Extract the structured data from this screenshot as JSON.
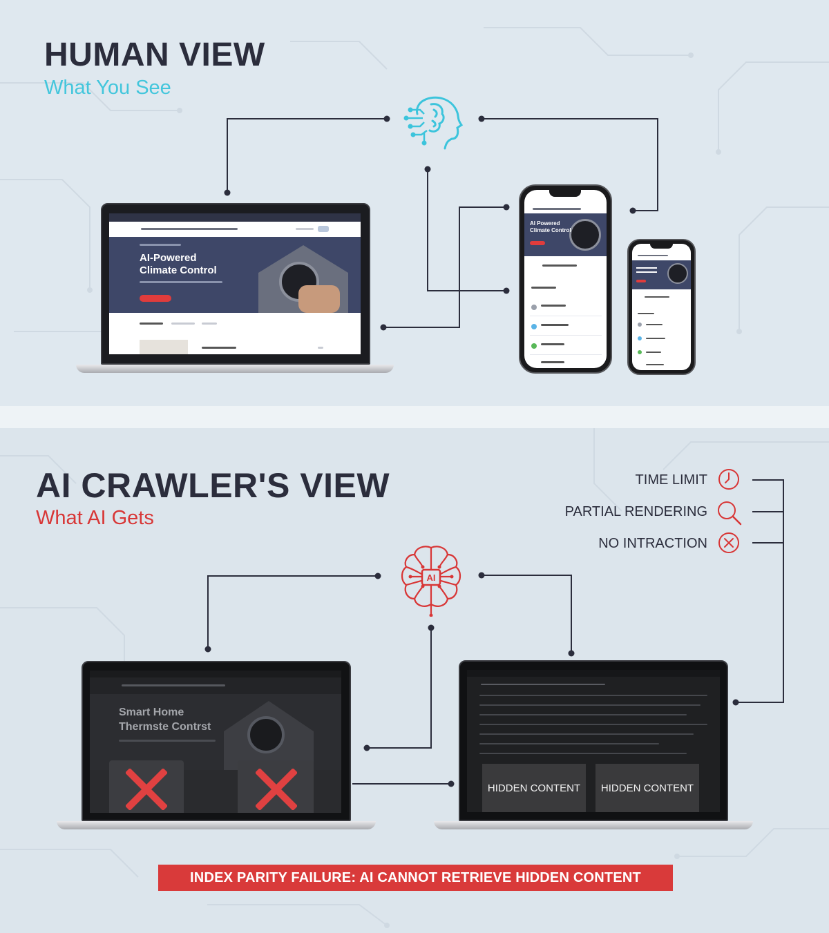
{
  "human_view": {
    "title": "HUMAN VIEW",
    "subtitle": "What You See",
    "subtitle_color": "#43c6dc",
    "site_headline_line1": "AI-Powered",
    "site_headline_line2": "Climate Control",
    "phone_headline_line1": "AI Powered",
    "phone_headline_line2": "Climate Control"
  },
  "crawler_view": {
    "title": "AI CRAWLER'S VIEW",
    "subtitle": "What AI Gets",
    "subtitle_color": "#d83636",
    "site_headline_line1": "Smart Home",
    "site_headline_line2": "Thermste Contrst",
    "hidden_label_1": "HIDDEN CONTENT",
    "hidden_label_2": "HIDDEN CONTENT",
    "risks": [
      {
        "label": "TIME LIMIT",
        "icon": "clock-icon"
      },
      {
        "label": "PARTIAL RENDERING",
        "icon": "magnifier-icon"
      },
      {
        "label": "NO INTRACTION",
        "icon": "x-circle-icon"
      }
    ],
    "accent_color": "#d93a3a"
  },
  "banner": {
    "text": "INDEX PARITY FAILURE: AI CANNOT RETRIEVE HIDDEN CONTENT"
  },
  "icons": {
    "human_brain": "human-head-brain-icon",
    "ai_brain": "ai-circuit-brain-icon"
  }
}
